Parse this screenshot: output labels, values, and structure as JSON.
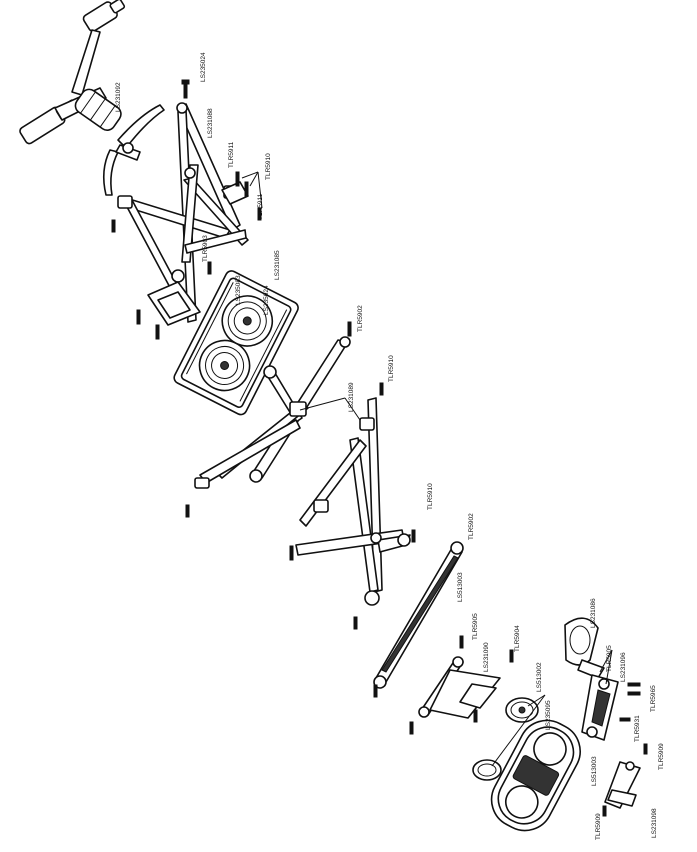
{
  "diagram": {
    "labels": {
      "l_ls231092": "LS231092",
      "l_ls235024a": "LS235024",
      "l_ls231088": "LS231088",
      "l_tlr5911a": "TLR5911",
      "l_tlr5910a": "TLR5910",
      "l_tlr5911b": "TLR5911",
      "l_tlr5903a": "TLR5903",
      "l_ls231085": "LS231085",
      "l_ls235024b": "LS235024",
      "l_ls235083": "LS235083",
      "l_tlr5902a": "TLR5902",
      "l_tlr5910b": "TLR5910",
      "l_ls231089": "LS231089",
      "l_tlr5910c": "TLR5910",
      "l_tlr5902b": "TLR5902",
      "l_ls513003": "LS513003",
      "l_tlr5905a": "TLR5905",
      "l_ls231090": "LS231090",
      "l_tlr5904": "TLR5904",
      "l_ls513002": "LS513002",
      "l_ls235095": "LS235095",
      "l_ls231086": "LS231086",
      "l_tlr5905b": "TLR5905",
      "l_ls231096": "LS231096",
      "l_tlr5965": "TLR5965",
      "l_tlr5931": "TLR5931",
      "l_ls513003b": "LS513003",
      "l_tlr5909a": "TLR5909",
      "l_ls231098": "LS231098",
      "l_tlr5909b": "TLR5909"
    }
  }
}
